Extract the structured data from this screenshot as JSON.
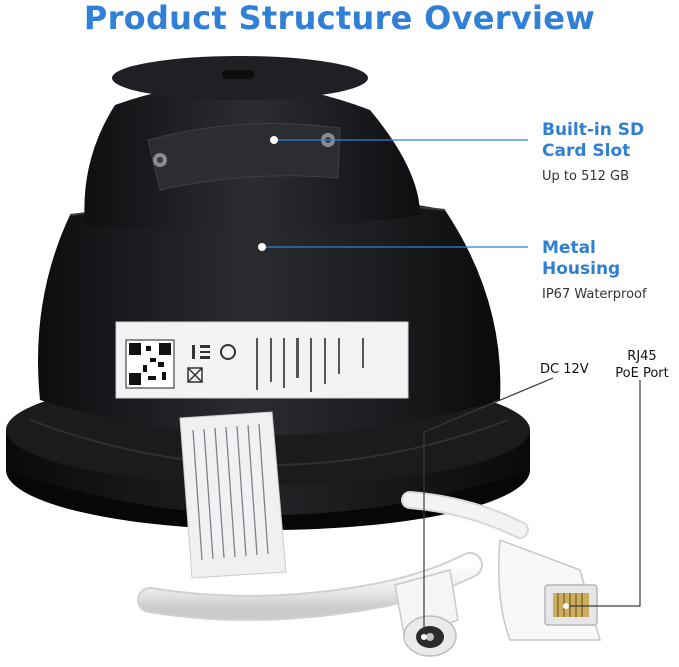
{
  "page_title": "Product Structure Overview",
  "features": [
    {
      "title_line1": "Built-in SD",
      "title_line2": "Card Slot",
      "subtitle": "Up to 512 GB"
    },
    {
      "title": "Metal Housing",
      "subtitle": "IP67 Waterproof"
    }
  ],
  "ports": {
    "dc": "DC 12V",
    "rj45_line1": "RJ45",
    "rj45_line2": "PoE Port"
  },
  "colors": {
    "accent": "#2f80d6",
    "camera_body": "#1b1c1e",
    "cable": "#f0f1f2"
  }
}
